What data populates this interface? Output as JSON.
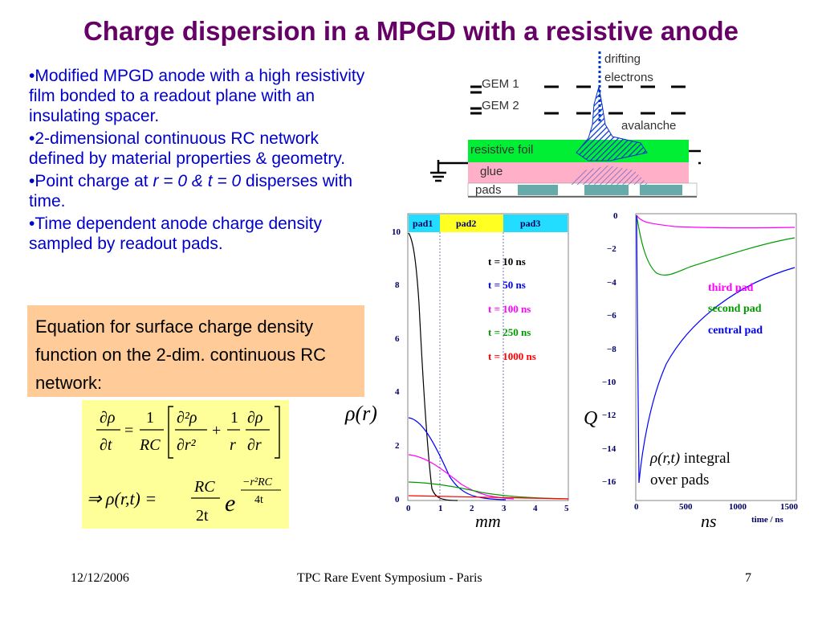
{
  "slide": {
    "title": "Charge dispersion in a MPGD with a resistive anode",
    "bullets": [
      {
        "pre": "•Modified MPGD anode with a high resistivity film bonded to a readout plane with an insulating spacer."
      },
      {
        "pre": "•2-dimensional continuous RC network defined by material properties & geometry."
      },
      {
        "pre": "•Point charge at ",
        "em": "r = 0 & t = 0",
        "post": " disperses with time."
      },
      {
        "pre": "•Time dependent anode charge density sampled by readout pads."
      }
    ],
    "equation_box": "Equation for surface charge density function on the 2-dim. continuous RC network:",
    "formula": {
      "lhs1_num": "∂ρ",
      "lhs1_den": "∂t",
      "eq": "=",
      "one": "1",
      "rc": "RC",
      "d2_num": "∂²ρ",
      "d2_den": "∂r²",
      "plus": "+",
      "r_den": "r",
      "dr_num": "∂ρ",
      "dr_den": "∂r",
      "implies": "⇒ ρ(r,t) =",
      "rc2": "RC",
      "two_t": "2t",
      "e": "e",
      "exp_num": "−r²RC",
      "exp_den": "4t"
    }
  },
  "diagram": {
    "drifting": "drifting",
    "electrons": "electrons",
    "gem1": "GEM 1",
    "gem2": "GEM 2",
    "avalanche": "avalanche",
    "resistive_foil": "resistive foil",
    "glue": "glue",
    "pads": "pads",
    "colors": {
      "foil": "#00ee33",
      "glue": "#ffb0c8",
      "pads": "#66aaaa",
      "avalanche": "#0033cc"
    }
  },
  "left_plot": {
    "pad_labels": [
      "pad1",
      "pad2",
      "pad3"
    ],
    "pad_colors": [
      "#22ddff",
      "#ffff22",
      "#22ddff"
    ],
    "yticks": [
      "10",
      "8",
      "6",
      "4",
      "2",
      "0"
    ],
    "xticks": [
      "0",
      "1",
      "2",
      "3",
      "4",
      "5"
    ],
    "legend": [
      {
        "text": "t = 10 ns",
        "color": "#000000"
      },
      {
        "text": "t = 50 ns",
        "color": "#0000ff"
      },
      {
        "text": "t = 100 ns",
        "color": "#ff00ff"
      },
      {
        "text": "t = 250 ns",
        "color": "#009900"
      },
      {
        "text": "t = 1000 ns",
        "color": "#ff0000"
      }
    ],
    "ylabel": "ρ(r)",
    "xlabel": "mm"
  },
  "right_plot": {
    "yticks": [
      "0",
      "−2",
      "−4",
      "−6",
      "−8",
      "−10",
      "−12",
      "−14",
      "−16"
    ],
    "xticks": [
      "0",
      "500",
      "1000",
      "1500"
    ],
    "legend": [
      {
        "text": "third pad",
        "color": "#ff00ff"
      },
      {
        "text": "second pad",
        "color": "#009900"
      },
      {
        "text": "central pad",
        "color": "#0000ff"
      }
    ],
    "axis_title": "time / ns",
    "ylabel": "Q",
    "xlabel": "ns",
    "note_sym": "ρ(r,t)",
    "note_text": " integral",
    "note_line2": "over pads"
  },
  "footer": {
    "date": "12/12/2006",
    "event": "TPC Rare Event Symposium - Paris",
    "page": "7"
  }
}
